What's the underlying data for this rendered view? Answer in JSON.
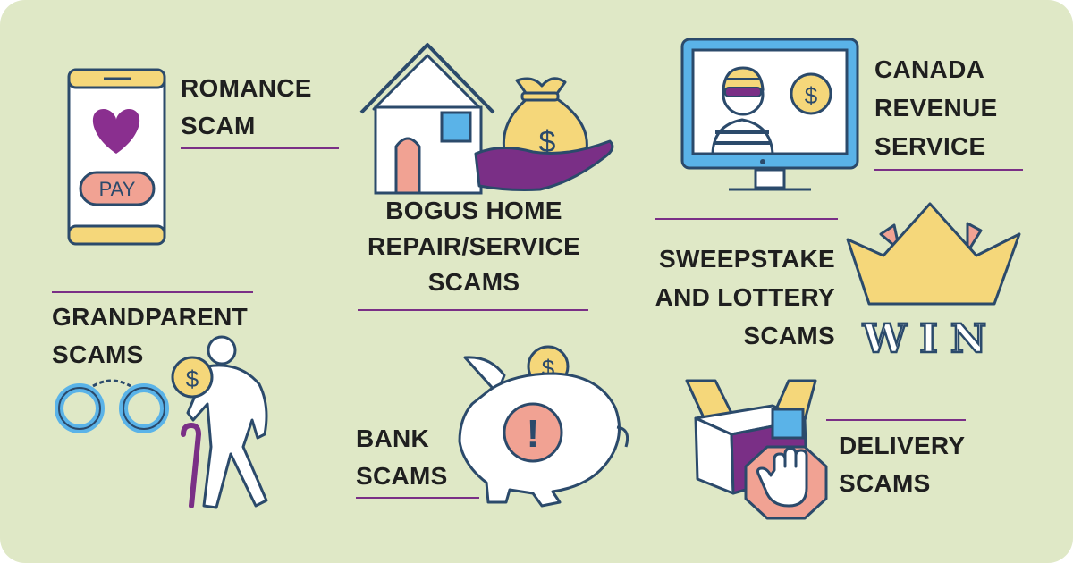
{
  "labels": {
    "romance": "ROMANCE\nSCAM",
    "bogus": "BOGUS HOME\nREPAIR/SERVICE\nSCAMS",
    "cra": "CANADA\nREVENUE\nSERVICE",
    "sweepstake": "SWEEPSTAKE\nAND LOTTERY\nSCAMS",
    "grandparent": "GRANDPARENT\nSCAMS",
    "bank": "BANK\nSCAMS",
    "delivery": "DELIVERY\nSCAMS"
  },
  "icons": {
    "pay_button": "PAY",
    "win_text": "WIN",
    "dollar": "$",
    "alert": "!"
  },
  "colors": {
    "background": "#dfe8c6",
    "outline": "#2b4a6b",
    "accent_purple": "#7a2f86",
    "gold": "#f5d77a",
    "salmon": "#f1a293",
    "sky": "#5ab3e8"
  }
}
